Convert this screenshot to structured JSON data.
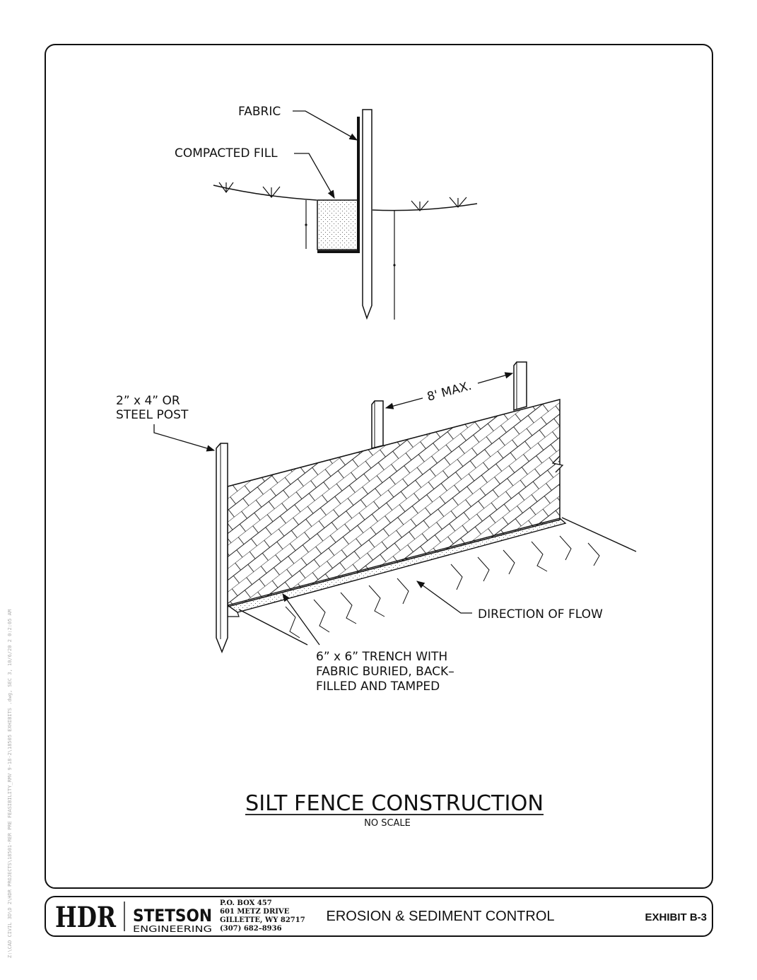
{
  "file_path": "Z:\\CAD CIVIL 3D\\D 2\\HDR PROJECTS\\18501-RER PRE FEASIBILITY_RMV 9-18-2\\18505 EXHIBITS .dwg, SEC 3, 10/6/20 2 0:2:05 AM",
  "profile": {
    "fabric_label": "FABRIC",
    "fill_label": "COMPACTED FILL"
  },
  "perspective": {
    "post_label_line1": "2” x 4” OR",
    "post_label_line2": "STEEL POST",
    "spacing_label": "8' MAX.",
    "flow_label": "DIRECTION OF FLOW",
    "trench_line1": "6” x 6” TRENCH WITH",
    "trench_line2": "FABRIC BURIED, BACK–",
    "trench_line3": "FILLED AND TAMPED"
  },
  "title": {
    "main": "SILT FENCE CONSTRUCTION",
    "scale": "NO SCALE"
  },
  "title_block": {
    "logo_hdr": "HDR",
    "logo_stetson": "STETSON",
    "logo_engineering": "ENGINEERING",
    "address_line1": "P.O. BOX 457",
    "address_line2": "601 METZ DRIVE",
    "address_line3": "GILLETTE, WY  82717",
    "address_line4": "(307) 682–8936",
    "sheet_title": "EROSION & SEDIMENT CONTROL",
    "exhibit": "EXHIBIT B-3"
  }
}
